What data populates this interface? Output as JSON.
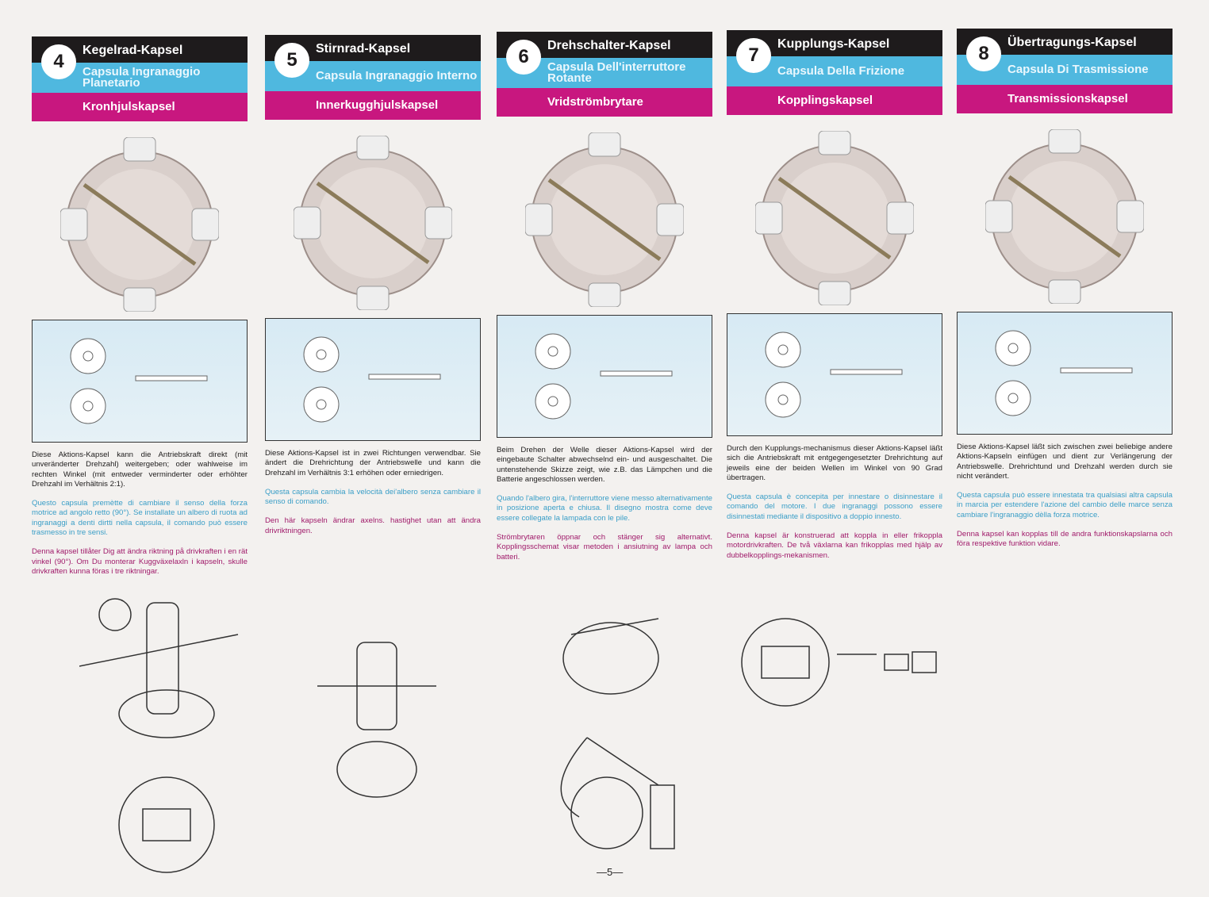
{
  "capsules": [
    {
      "number": "4",
      "title_de": "Kegelrad-Kapsel",
      "title_it": "Capsula Ingranaggio Planetario",
      "title_sv": "Kronhjulskapsel",
      "text_de": "Diese Aktions-Kapsel kann die Antriebskraft direkt (mit unveränderter Drehzahl) weitergeben; oder wahlweise im rechten Winkel (mit entweder verminderter oder erhöhter Drehzahl im Verhältnis 2:1).",
      "text_it": "Questo capsula premètte di cambiare il senso della forza motrice ad angolo retto (90°). Se installate un albero di ruota ad ingranaggi a denti dirtti nella capsula, il comando può essere trasmesso in tre sensi.",
      "text_sv": "Denna kapsel tillåter Dig att ändra riktning på drivkraften i en rät vinkel (90°). Om Du monterar Kuggväxelaxln i kapseln, skulle drivkraften kunna föras i tre riktningar."
    },
    {
      "number": "5",
      "title_de": "Stirnrad-Kapsel",
      "title_it": "Capsula Ingranaggio Interno",
      "title_sv": "Innerkugghjulskapsel",
      "text_de": "Diese Aktions-Kapsel ist in zwei Richtungen verwendbar. Sie ändert die Drehrichtung der Antriebswelle und kann die Drehzahl im Verhältnis 3:1 erhöhen oder erniedrigen.",
      "text_it": "Questa capsula cambia la velocità dei'albero senza cambiare il senso di comando.",
      "text_sv": "Den här kapseln ändrar axelns. hastighet utan att ändra drivriktningen."
    },
    {
      "number": "6",
      "title_de": "Drehschalter-Kapsel",
      "title_it": "Capsula Dell'interruttore Rotante",
      "title_sv": "Vridströmbrytare",
      "text_de": "Beim Drehen der Welle dieser Aktions-Kapsel wird der eingebaute Schalter abwechselnd ein- und ausgeschaltet. Die untenstehende Skizze zeigt, wie z.B. das Lämpchen und die Batterie angeschlossen werden.",
      "text_it": "Quando l'albero gira, l'interruttore viene messo alternativamente in posizione aperta e chiusa. Il disegno mostra come deve essere collegate la lampada con le pile.",
      "text_sv": "Strömbrytaren öppnar och stänger sig alternativt. Kopplingsschemat visar metoden i ansiutning av lampa och batteri."
    },
    {
      "number": "7",
      "title_de": "Kupplungs-Kapsel",
      "title_it": "Capsula Della Frizione",
      "title_sv": "Kopplingskapsel",
      "text_de": "Durch den Kupplungs-mechanismus dieser Aktions-Kapsel läßt sich die Antriebskraft mit entgegengesetzter Drehrichtung auf jeweils eine der beiden Wellen im Winkel von 90 Grad übertragen.",
      "text_it": "Questa capsula è concepita per innestare o disinnestare il comando del motore. I due ingranaggi possono essere disinnestati mediante il dispositivo a doppio innesto.",
      "text_sv": "Denna kapsel är konstruerad att koppla in eller frikoppla motordrivkraften. De två växlarna kan frikopplas med hjälp av dubbelkopplings-mekanismen."
    },
    {
      "number": "8",
      "title_de": "Übertragungs-Kapsel",
      "title_it": "Capsula Di Trasmissione",
      "title_sv": "Transmissionskapsel",
      "text_de": "Diese Aktions-Kapsel läßt sich zwischen zwei beliebige andere Aktions-Kapseln einfügen und dient zur Verlängerung der Antriebswelle. Drehrichtund und Drehzahl werden durch sie nicht verändert.",
      "text_it": "Questa capsula può essere innestata tra qualsiasi altra capsula in marcia per estendere l'azione del cambio delle marce senza cambiare l'ingranaggio dèlla forza motrice.",
      "text_sv": "Denna kapsel kan kopplas till de andra funktionskapslarna och föra respektive funktion vidare."
    }
  ],
  "page_number": "—5—",
  "colors": {
    "black_band": "#1e1b1c",
    "blue_band": "#4fb8df",
    "magenta_band": "#c8177f",
    "italian_text": "#3a9ec7",
    "swedish_text": "#a01a6a"
  }
}
